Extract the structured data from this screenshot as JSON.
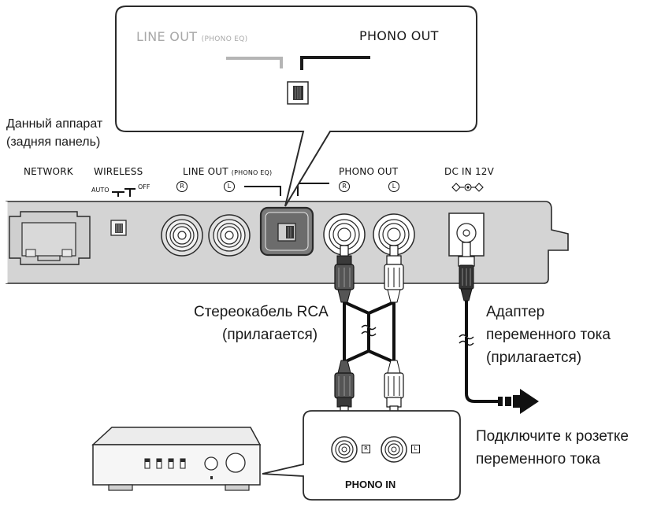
{
  "unit_label_line1": "Данный аппарат",
  "unit_label_line2": "(задняя панель)",
  "zoom": {
    "line_out_main": "LINE OUT",
    "line_out_sub": "(PHONO EQ)",
    "phono_out": "PHONO OUT"
  },
  "panel": {
    "network": "NETWORK",
    "wireless": "WIRELESS",
    "wireless_auto": "AUTO",
    "wireless_off": "OFF",
    "line_out_main": "LINE OUT",
    "line_out_sub": "(PHONO EQ)",
    "phono_out": "PHONO OUT",
    "dc_in": "DC IN 12V",
    "mark_r": "R",
    "mark_l": "L"
  },
  "cable_label_line1": "Стереокабель RCA",
  "cable_label_line2": "(прилагается)",
  "adapter_label_line1": "Адаптер",
  "adapter_label_line2": "переменного тока",
  "adapter_label_line3": "(прилагается)",
  "outlet_label_line1": "Подключите к розетке",
  "outlet_label_line2": "переменного тока",
  "phono_in": {
    "label": "PHONO IN",
    "mark_r": "R",
    "mark_l": "L"
  }
}
